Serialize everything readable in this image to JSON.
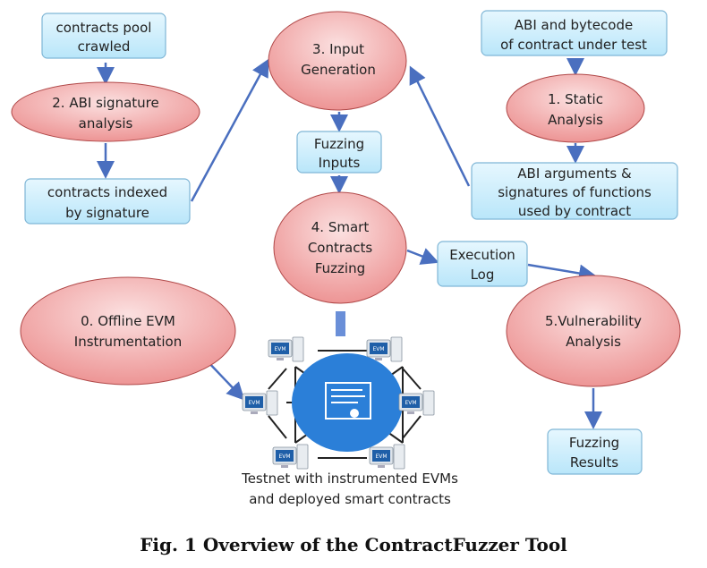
{
  "nodes": {
    "pool": [
      "contracts pool",
      "crawled"
    ],
    "abi_sig": [
      "2. ABI signature",
      "analysis"
    ],
    "indexed": [
      "contracts indexed",
      "by signature"
    ],
    "input_gen": [
      "3. Input",
      "Generation"
    ],
    "fuzz_inputs": [
      "Fuzzing",
      "Inputs"
    ],
    "smart_fuzz": [
      "4. Smart",
      "Contracts",
      "Fuzzing"
    ],
    "bytecode": [
      "ABI and bytecode",
      "of contract under test"
    ],
    "static": [
      "1. Static",
      "Analysis"
    ],
    "abi_args": [
      "ABI arguments &",
      "signatures of functions",
      "used by contract"
    ],
    "exec_log": [
      "Execution",
      "Log"
    ],
    "vuln": [
      "5.Vulnerability",
      "Analysis"
    ],
    "results": [
      "Fuzzing",
      "Results"
    ],
    "offline": [
      "0. Offline EVM",
      "Instrumentation"
    ],
    "testnet": [
      "Testnet with instrumented EVMs",
      "and deployed smart contracts"
    ],
    "evm_label": "EVM"
  },
  "caption": "Fig. 1 Overview of the ContractFuzzer Tool",
  "colors": {
    "box_fill": "#cdeefb",
    "box_stroke": "#7fb6d6",
    "ellipse_fill": "#f2a6a6",
    "ellipse_stroke": "#b04040",
    "arrow": "#4a6fbf",
    "network": "#2b7fd8"
  }
}
